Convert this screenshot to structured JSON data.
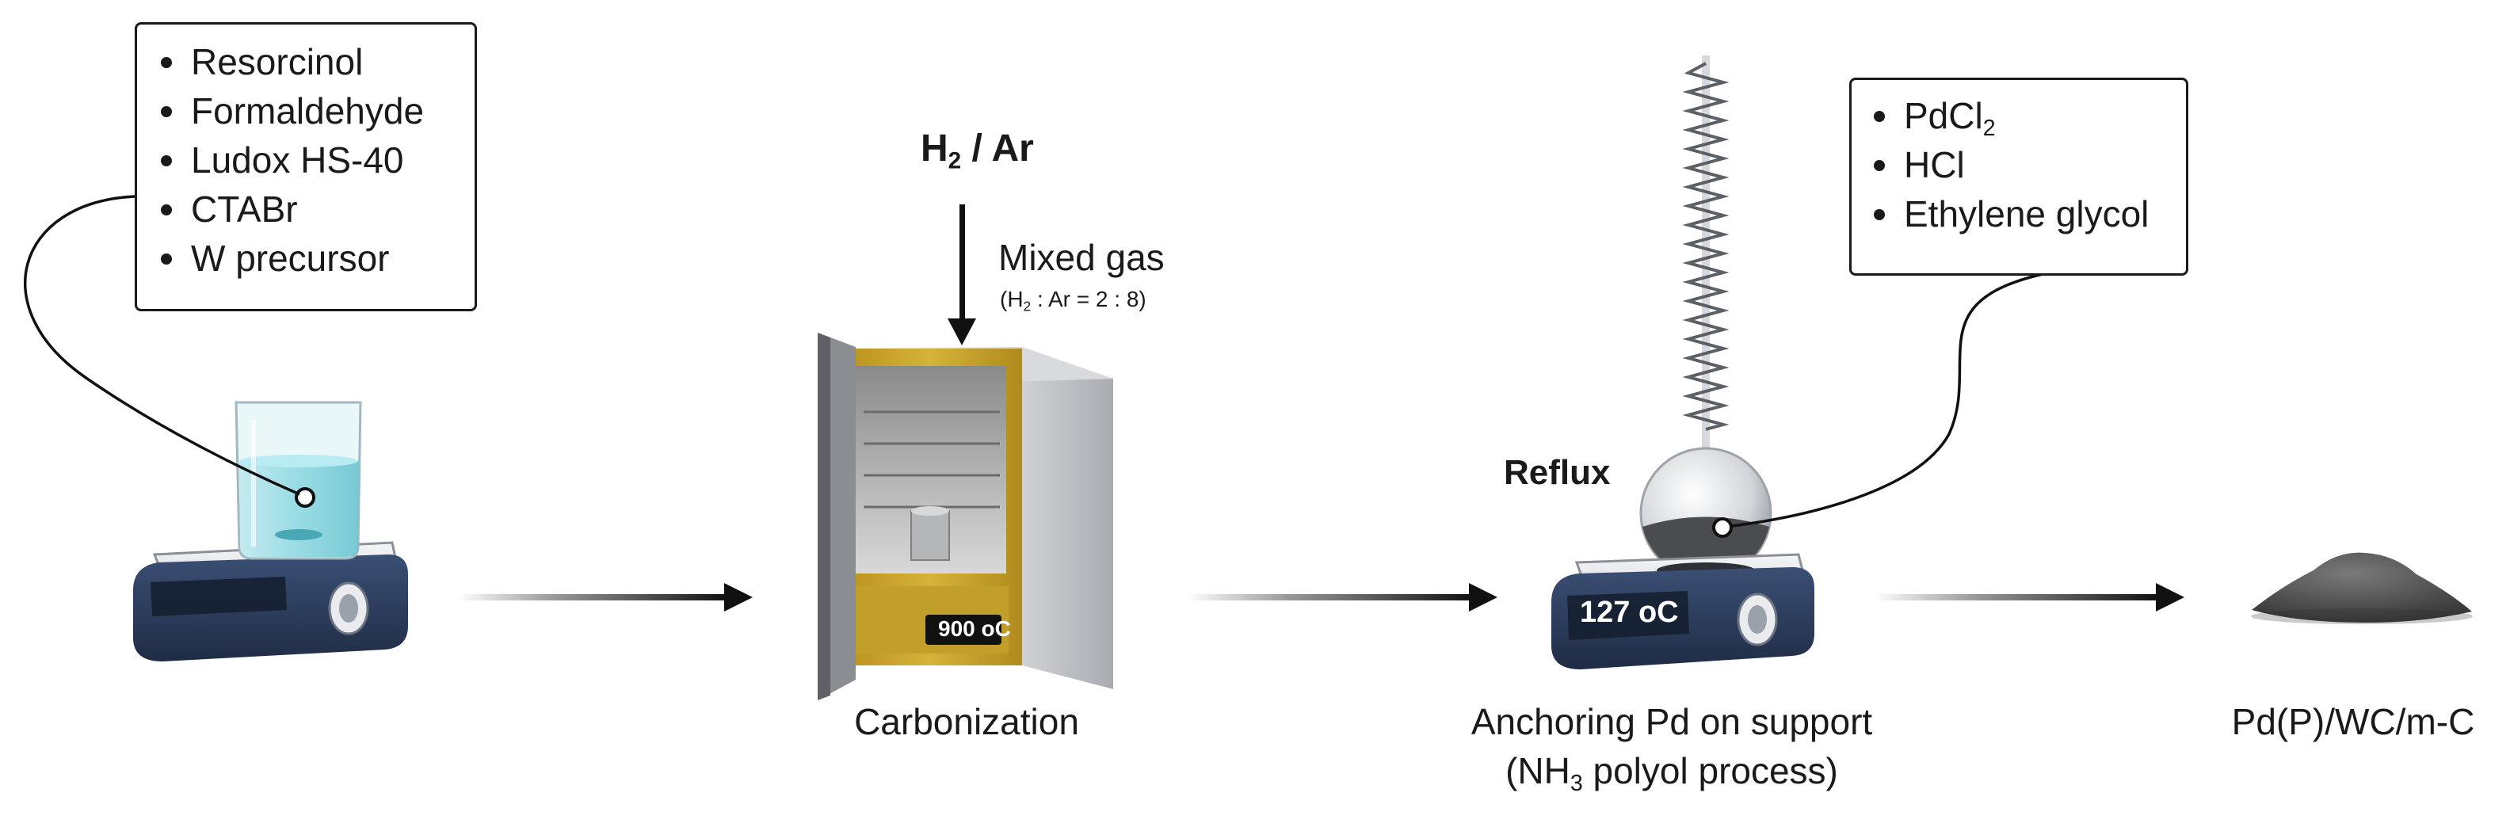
{
  "reagents_box_1": {
    "items": [
      "Resorcinol",
      "Formaldehyde",
      "Ludox HS-40",
      "CTABr",
      "W precursor"
    ]
  },
  "gas_label": {
    "h": "H",
    "sub": "2",
    "rest": " / Ar"
  },
  "mixed_gas": {
    "label": "Mixed gas",
    "ratio_prefix": "(H",
    "ratio_sub": "2",
    "ratio_rest": " : Ar = 2 : 8)"
  },
  "furnace_display": {
    "value": "900 ",
    "unit": "oC"
  },
  "step_2_caption": "Carbonization",
  "reflux_label": "Reflux",
  "reagents_box_2": {
    "pdcl": {
      "main": "PdCl",
      "sub": "2"
    },
    "items": [
      "HCl",
      "Ethylene glycol"
    ]
  },
  "hotplate_display": {
    "value": "127 ",
    "unit": "oC"
  },
  "step_3_caption": {
    "line1": "Anchoring Pd on support",
    "line2_prefix": "(NH",
    "line2_sub": "3",
    "line2_rest": " polyol process)"
  },
  "product_caption": "Pd(P)/WC/m-C",
  "colors": {
    "furnace_gold": "#c9a42a",
    "hotplate_navy": "#2b3c5c",
    "solution_cyan": "#8fd8e2",
    "arrow": "#111111"
  }
}
